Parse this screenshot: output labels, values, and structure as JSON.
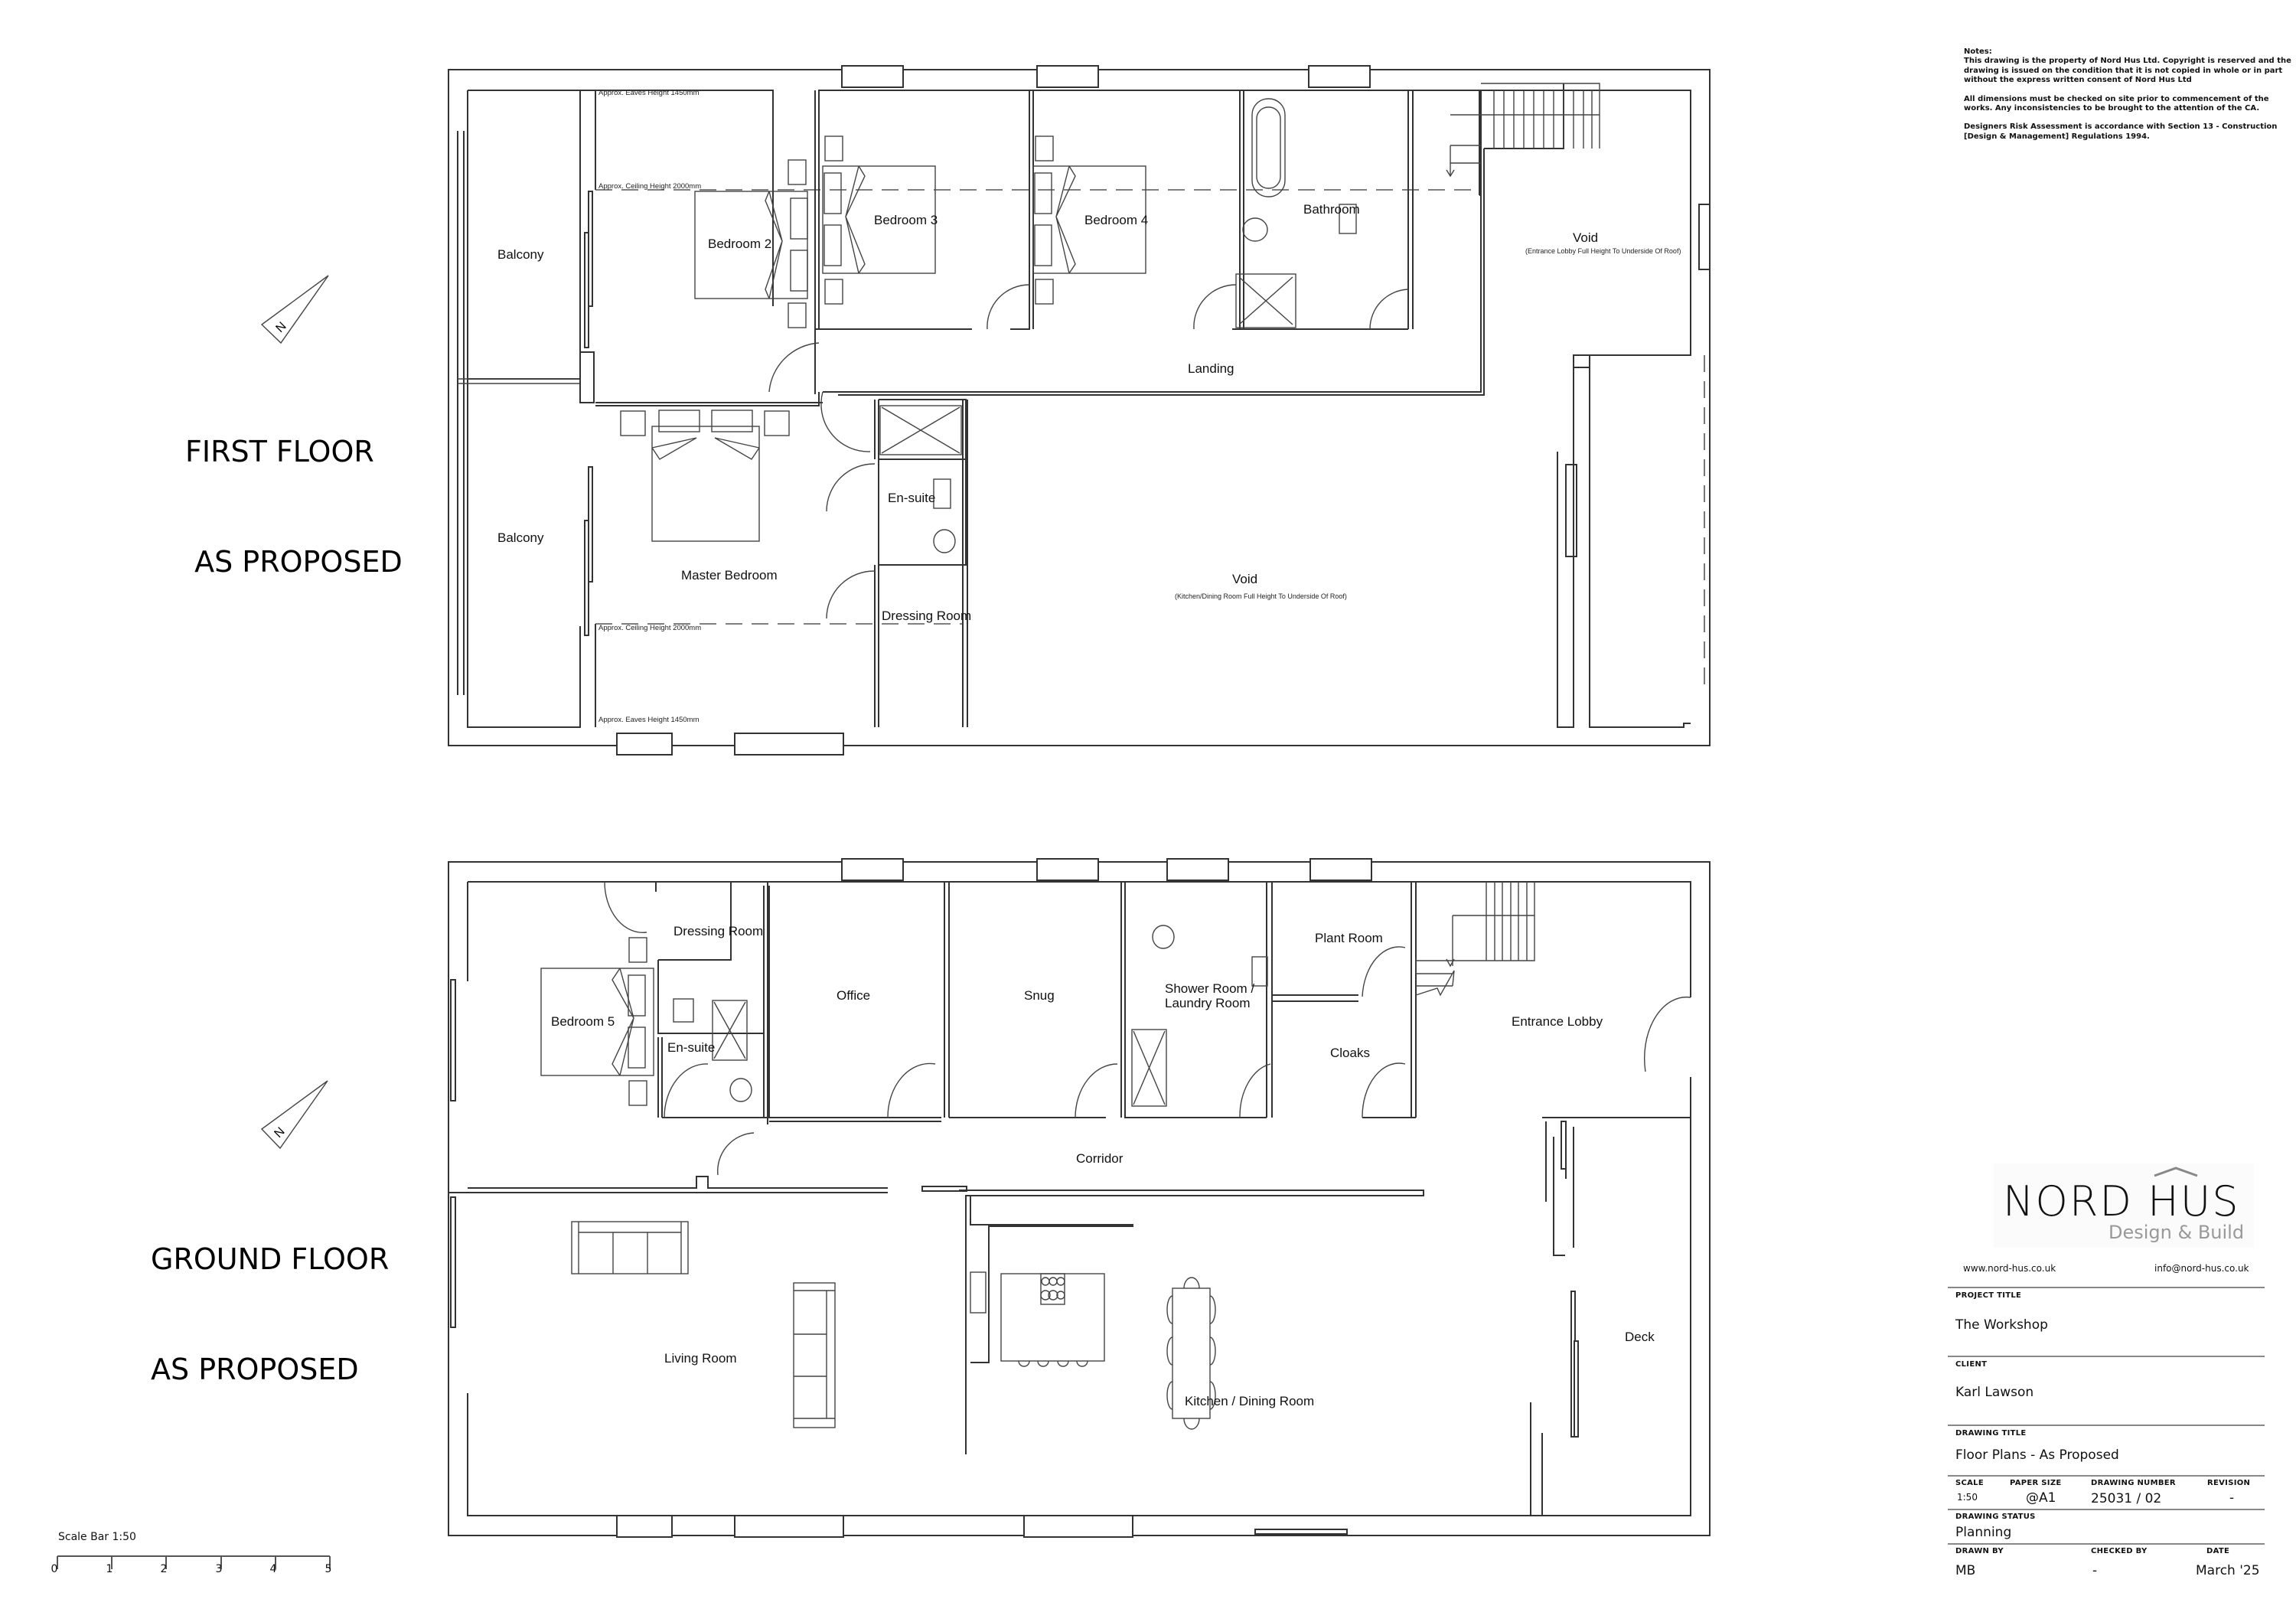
{
  "notes": {
    "heading": "Notes:",
    "paragraphs": [
      "This drawing is the property of Nord Hus Ltd.  Copyright is reserved and the drawing is issued on the condition that it is not copied in whole or in part without the express written consent of Nord Hus Ltd",
      "All dimensions must be checked on site prior to commencement of the works.  Any inconsistencies to be brought to the attention of the CA.",
      "Designers Risk Assessment is accordance with Section 13 - Construction [Design & Management] Regulations 1994."
    ]
  },
  "first_floor": {
    "title_line1": "FIRST FLOOR",
    "title_line2": " AS PROPOSED",
    "north_label": "N",
    "rooms": {
      "balcony_top": "Balcony",
      "balcony_bottom": "Balcony",
      "bedroom2": "Bedroom 2",
      "bedroom3": "Bedroom 3",
      "bedroom4": "Bedroom 4",
      "bathroom": "Bathroom",
      "void_lobby": "Void",
      "void_lobby_sub": "(Entrance Lobby Full Height To Underside Of Roof)",
      "landing": "Landing",
      "master_bedroom": "Master Bedroom",
      "ensuite": "En-suite",
      "dressing_room": "Dressing Room",
      "void_kitchen": "Void",
      "void_kitchen_sub": "(Kitchen/Dining Room Full Height To Underside Of Roof)"
    },
    "annotations": {
      "eaves_top": "Approx. Eaves Height 1450mm",
      "ceiling_top": "Approx. Ceiling Height 2000mm",
      "ceiling_bottom": "Approx. Ceiling Height 2000mm",
      "eaves_bottom": "Approx. Eaves Height 1450mm"
    }
  },
  "ground_floor": {
    "title_line1": "GROUND FLOOR",
    "title_line2": "AS PROPOSED",
    "north_label": "N",
    "rooms": {
      "dressing_room": "Dressing Room",
      "bedroom5": "Bedroom 5",
      "ensuite": "En-suite",
      "office": "Office",
      "snug": "Snug",
      "shower_room_l1": "Shower Room /",
      "shower_room_l2": "Laundry Room",
      "plant_room": "Plant Room",
      "cloaks": "Cloaks",
      "entrance_lobby": "Entrance Lobby",
      "corridor": "Corridor",
      "living_room": "Living Room",
      "kitchen_dining": "Kitchen / Dining Room",
      "deck": "Deck"
    }
  },
  "scale_bar": {
    "title": "Scale Bar 1:50",
    "ticks": [
      "0",
      "1",
      "2",
      "3",
      "4",
      "5"
    ]
  },
  "title_block": {
    "logo_main": "NORD HUS",
    "logo_sub": "Design & Build",
    "website": "www.nord-hus.co.uk",
    "email": "info@nord-hus.co.uk",
    "project_title_label": "PROJECT TITLE",
    "project_title": "The Workshop",
    "client_label": "CLIENT",
    "client": "Karl Lawson",
    "drawing_title_label": "DRAWING TITLE",
    "drawing_title": "Floor Plans - As Proposed",
    "scale_label": "SCALE",
    "scale": "1:50",
    "paper_size_label": "PAPER SIZE",
    "paper_size": "@A1",
    "drawing_number_label": "DRAWING NUMBER",
    "drawing_number": "25031 / 02",
    "revision_label": "REVISION",
    "revision": "-",
    "drawing_status_label": "DRAWING STATUS",
    "drawing_status": "Planning",
    "drawn_by_label": "DRAWN BY",
    "drawn_by": "MB",
    "checked_by_label": "CHECKED BY",
    "checked_by": "-",
    "date_label": "DATE",
    "date": "March '25"
  },
  "colors": {
    "line": "#333333",
    "logo_sub": "#999999",
    "rule": "#888888"
  }
}
